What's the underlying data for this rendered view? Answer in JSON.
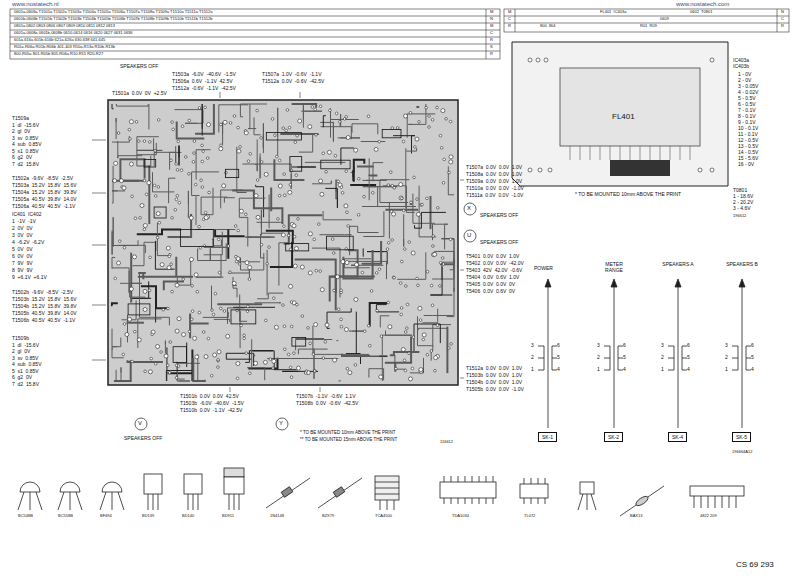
{
  "diagram": {
    "nodes": [
      {
        "text": [
          "SK-1"
        ]
      },
      {
        "text": [
          "SK-2"
        ]
      },
      {
        "text": [
          "SK-4"
        ]
      },
      {
        "text": [
          "SK-5"
        ]
      }
    ],
    "labels": [
      "www.nostatech.nl",
      "www.nostatech.com",
      "0601a-0606a T1501a T1502a T1503a T1504a T1505a T1506a T1507a T1508a T1509a T1510a T1511a T1512a",
      "0601b-0606b T1501b T1502b T1503b T1504b T1505b T1506b T1507b T1508b T1509b T1510b T1511b T1512b",
      "0801a 0802 0803 0806 0807 0809 0810 0811 0812 0813",
      "0601a-0608a 0601b-0608b 0610-0614 0616 0620 0627 0631 0636",
      "601a-616a 601b-616b 621a-626a 630-638 641-645",
      "R01a-R06a R01b-R06b 401-403 R10a-R13a R10b-R13b",
      "800-R05a 801-R05b 805-R06a R10-R15 R20-R27",
      "M",
      "N",
      "M",
      "C",
      "R",
      "S",
      "R",
      "M",
      "C",
      "R",
      "FL401  IC403a",
      "0602  T0801",
      "0609",
      "800  804",
      "R01  R09",
      "N",
      "C",
      "R",
      "SPEAKERS OFF",
      "T1503a  -6.0V  -40.6V  -1.5V",
      "T1506a  0.6V  -1.1V  42.5V",
      "T1512a  -0.6V  -1.1V  -42.5V",
      "T1507a  1.0V  -0.6V  -1.1V",
      "T1512a  0.0V  -0.6V  -42.5V",
      "T1501a  0.0V  0V  +2.5V",
      "T1509a",
      "1  dl  -15.6V",
      "2  gl  0V",
      "3  sv  0.85V",
      "4  sub  0.85V",
      "5  s1  0.85V",
      "6  g2  0V",
      "7  d2  15.8V",
      "T1502a  -9.6V  -8.5V  -2.5V",
      "T1503a  15.2V  15.8V  15.6V",
      "T1504a  15.2V  15.8V  39.8V",
      "T1505a  40.5V  39.8V  14.0V",
      "T1506a  40.5V  40.5V  -1.1V",
      "IC401  IC402",
      "1  -1V  -1V",
      "2  0V  0V",
      "3  0V  0V",
      "4  -6.2V  -6.2V",
      "5  0V  0V",
      "6  0V  0V",
      "7  9V  9V",
      "8  9V  9V",
      "9  +6.1V  +6.1V",
      "T1502b  -9.6V  -8.5V  -2.5V",
      "T1503b  15.2V  15.8V  15.6V",
      "T1504b  15.2V  15.8V  39.8V",
      "T1505b  40.5V  39.8V  14.0V",
      "T1506b  40.5V  40.5V  -1.1V",
      "T1509b",
      "1  dl  -15.6V",
      "2  gl  0V",
      "3  sv  0.85V",
      "4  sub  0.85V",
      "5  s1  0.85V",
      "6  g2  0V",
      "7  d2  15.8V",
      "T1507a  0.0V  0.0V  1.0V",
      "T1508a  0.0V  0.0V  1.0V",
      "T1509a  0.0V  0.0V  1.0V",
      "T1510a  0.0V  0.0V  -1.0V",
      "T1511a  0.0V  0.0V  -1.0V",
      "SPEAKERS OFF",
      "SPEAKERS OFF",
      "T5401  0.0V  0.0V  1.0V",
      "T5402  0.0V  0.0V  -42.0V",
      "T5403  42V  42.0V  -0.6V",
      "T5404  0.0V  0.6V  1.0V",
      "T5405  0.0V  0.0V  0V",
      "T5406  0.0V  0.6V  0V",
      "T1512a  0.0V  0.0V  1.0V",
      "T1503b  0.0V  0.0V  1.0V",
      "T1504b  0.0V  0.0V  1.0V",
      "T1505b  0.0V  0.0V  -1.0V",
      "T1501b  0.0V  0.0V  42.5V",
      "T1503b  -6.0V  -40.6V  -1.5V",
      "T1510b  0.0V  -1.1V  -42.5V",
      "T1507b  -1.1V  -0.6V  1.1V",
      "T1508b  0.0V  -0.6V  -42.5V",
      "SPEAKERS OFF",
      "* TO BE MOUNTED 10mm ABOVE THE PRINT",
      "** TO BE MOUNTED 15mm ABOVE THE PRINT",
      "116612",
      "X",
      "U",
      "Y",
      "V",
      "FL401",
      "IC403a",
      "IC403b",
      "1 - 0V",
      "2 - 0V",
      "3 - 0.05V",
      "4 - 0.02V",
      "5 - 0.5V",
      "6 - 0.5V",
      "7 - 0.1V",
      "8 - 0.1V",
      "9 - 0.1V",
      "10 - 0.1V",
      "11 - 0.1V",
      "12 - 0.5V",
      "13 - 0.5V",
      "14 - 0.5V",
      "15 - 5.6V",
      "16 - 0V",
      "* TO BE MOUNTED 10mm ABOVE THE PRINT",
      "T0801",
      "1 - 18.6V",
      "2 - 20.2V",
      "3 - 4.6V",
      "196612",
      "POWER",
      "METER RANGE",
      "SPEAKERS A",
      "SPEAKERS B",
      "3",
      "2",
      "1",
      "6",
      "5",
      "4",
      "3",
      "2",
      "1",
      "6",
      "5",
      "4",
      "3",
      "2",
      "1",
      "6",
      "5",
      "4",
      "3",
      "2",
      "1",
      "6",
      "5",
      "4",
      "196664A12",
      "BC548B",
      "BC558B",
      "BF494",
      "BD139",
      "BD140",
      "BD911",
      "1N4148",
      "BZX79",
      "TCA4500",
      "TDA1034",
      "TL072",
      "BAX13",
      "4822 209",
      "CS 69 293"
    ]
  }
}
